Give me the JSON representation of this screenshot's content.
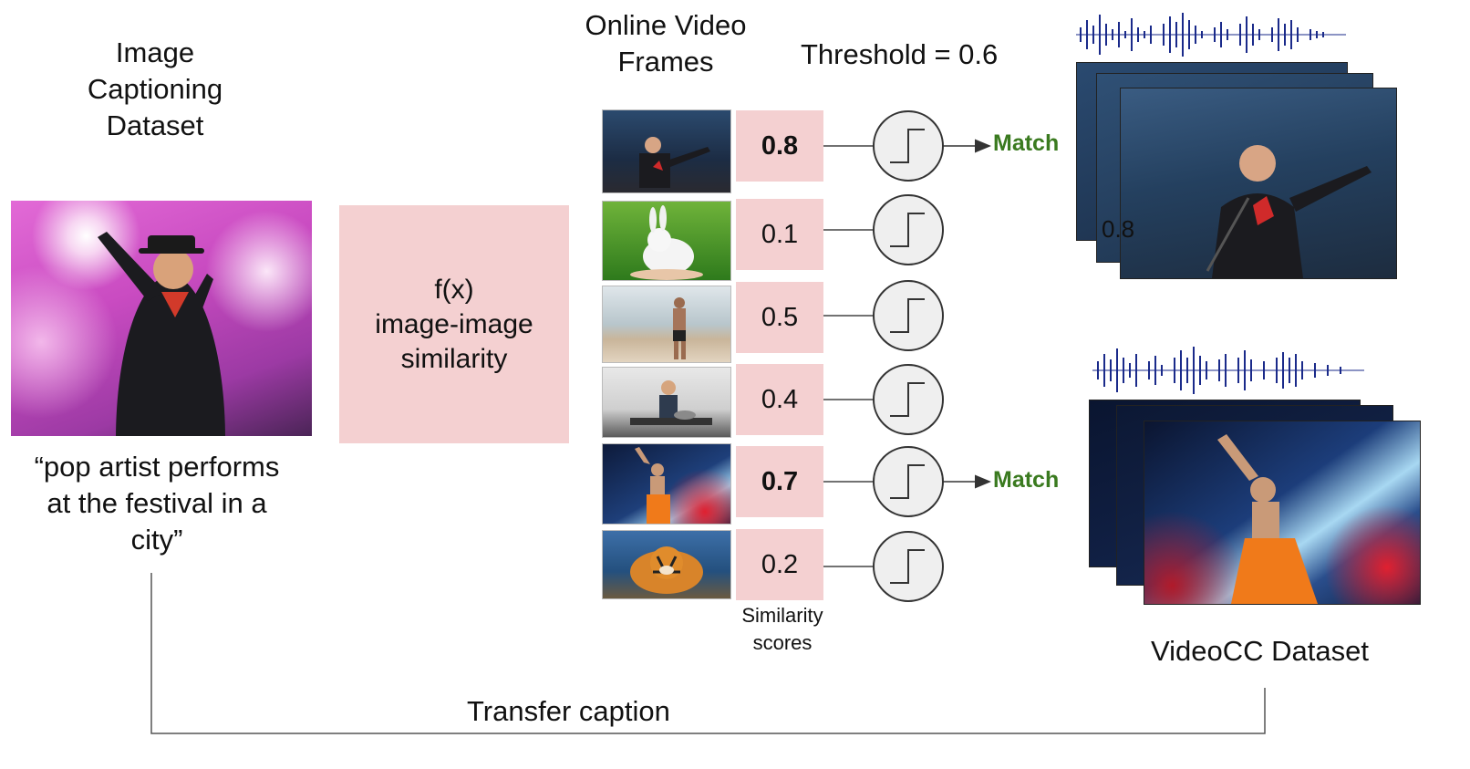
{
  "left": {
    "heading": [
      "Image",
      "Captioning",
      "Dataset"
    ],
    "caption": [
      "“pop artist performs",
      "at the festival in a",
      "city”"
    ]
  },
  "middle": {
    "function_label": [
      "f(x)",
      "image-image",
      "similarity"
    ]
  },
  "frames_heading": [
    "Online Video",
    "Frames"
  ],
  "threshold_label": "Threshold = 0.6",
  "scores": [
    "0.8",
    "0.1",
    "0.5",
    "0.4",
    "0.7",
    "0.2"
  ],
  "scores_label": [
    "Similarity",
    "scores"
  ],
  "match_label": "Match",
  "frame_thumbs": [
    "performer-on-stage",
    "white-rabbit",
    "man-on-beach",
    "chef-in-kitchen",
    "performer-red-lights",
    "tiger"
  ],
  "overlay_score": "0.8",
  "dataset_label": "VideoCC Dataset",
  "transfer_label": "Transfer caption",
  "colors": {
    "pink_box": "#f4d0d1",
    "match_green": "#3a7a1f",
    "waveform": "#1a2a8a"
  }
}
